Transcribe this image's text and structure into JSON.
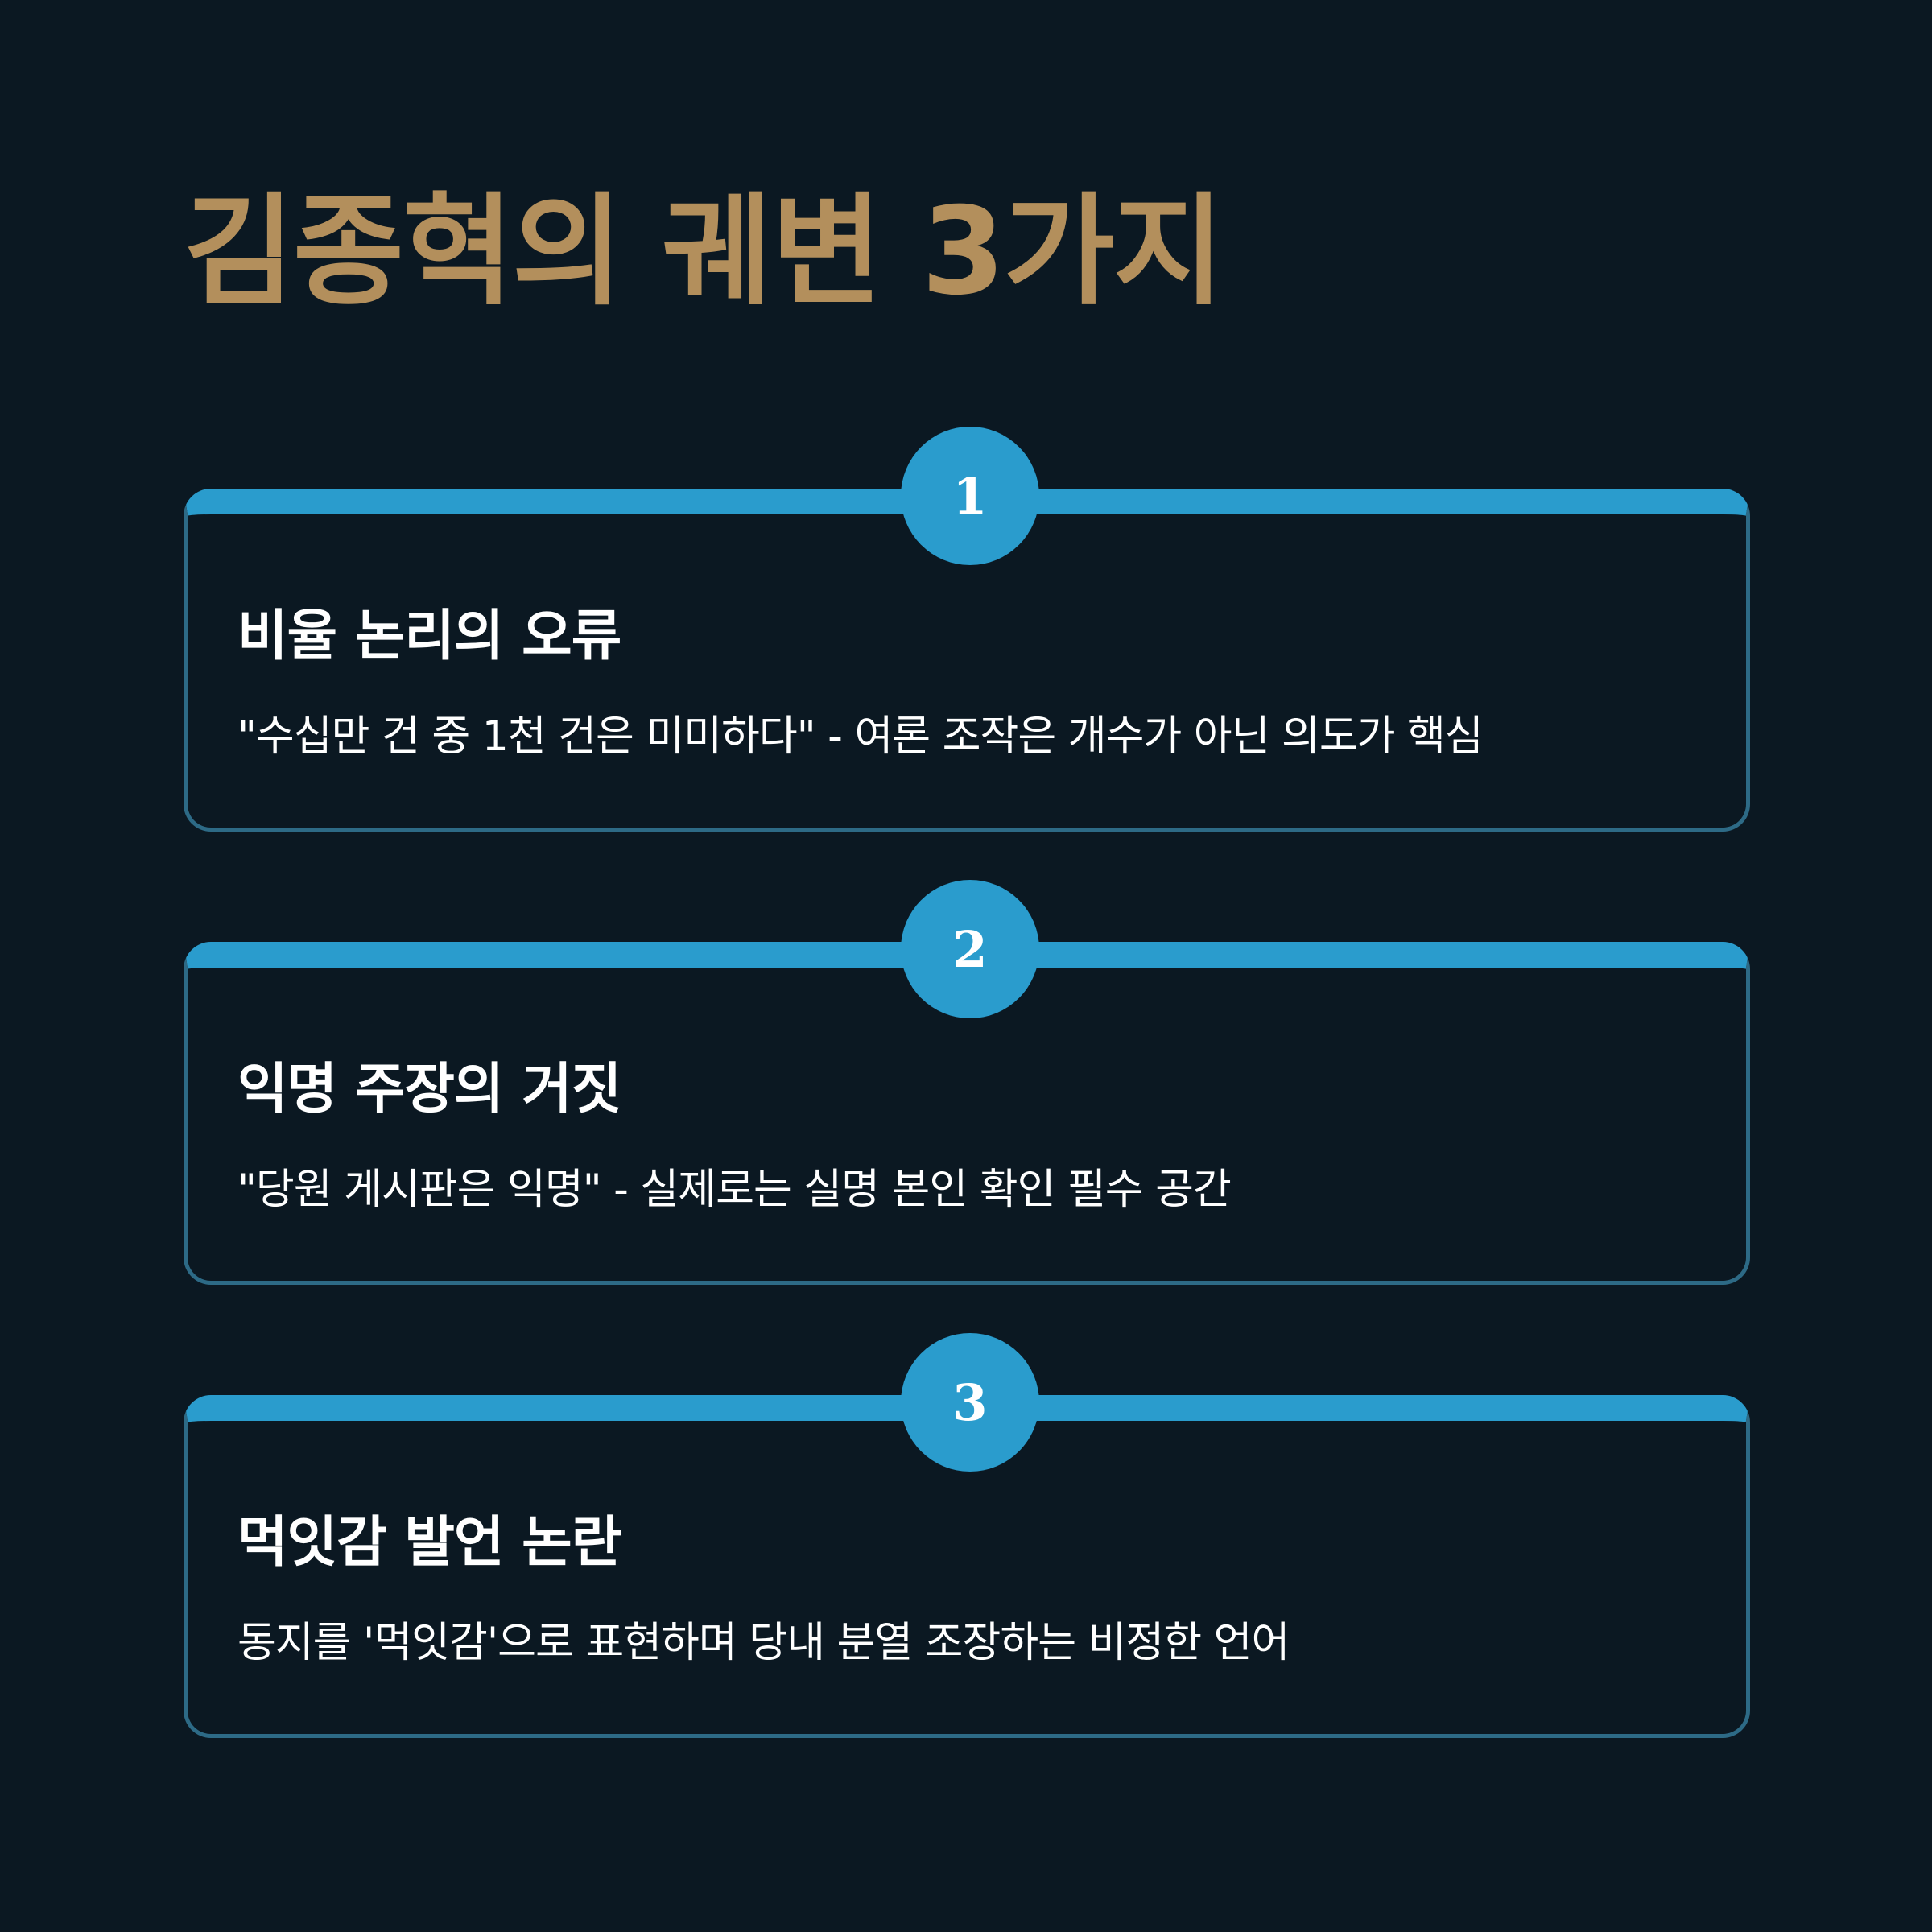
{
  "page": {
    "title": "김종혁의 궤변 3가지"
  },
  "items": [
    {
      "number": "1",
      "title": "비율 논리의 오류",
      "description": "\"수십만 건 중 1천 건은 미미하다\" - 여론 조작은 개수가 아닌 의도가 핵심"
    },
    {
      "number": "2",
      "title": "익명 주장의 거짓",
      "description": "\"당원 게시판은 익명\" - 실제로는 실명 본인 확인 필수 공간"
    },
    {
      "number": "3",
      "title": "먹잇감 발언 논란",
      "description": "동지를 '먹잇감'으로 표현하며 당내 분열 조장하는 비정한 언어"
    }
  ],
  "colors": {
    "background": "#0b1822",
    "title_gold": "#b38f5c",
    "accent_blue": "#2a9ccd",
    "card_border": "#2d6a86",
    "text": "#ffffff"
  }
}
